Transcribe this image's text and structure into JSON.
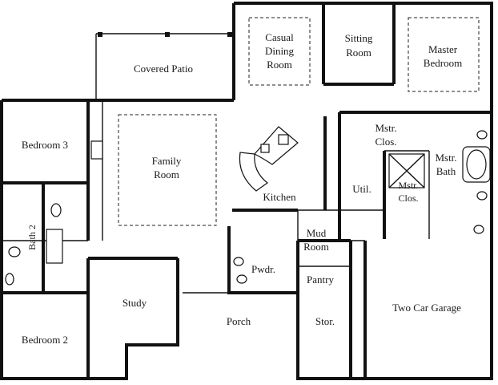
{
  "rooms": {
    "covered_patio": "Covered Patio",
    "casual_dining_1": "Casual",
    "casual_dining_2": "Dining",
    "casual_dining_3": "Room",
    "sitting_1": "Sitting",
    "sitting_2": "Room",
    "master_1": "Master",
    "master_2": "Bedroom",
    "bedroom3": "Bedroom 3",
    "family_1": "Family",
    "family_2": "Room",
    "mstr_clos_1a": "Mstr.",
    "mstr_clos_1b": "Clos.",
    "mstr_bath_a": "Mstr.",
    "mstr_bath_b": "Bath",
    "kitchen": "Kitchen",
    "util": "Util.",
    "mstr_clos_2a": "Mstr.",
    "mstr_clos_2b": "Clos.",
    "bath2": "Bath 2",
    "mud_1": "Mud",
    "mud_2": "Room",
    "pwdr": "Pwdr.",
    "pantry": "Pantry",
    "study": "Study",
    "porch": "Porch",
    "stor": "Stor.",
    "garage": "Two Car Garage",
    "bedroom2": "Bedroom 2"
  }
}
